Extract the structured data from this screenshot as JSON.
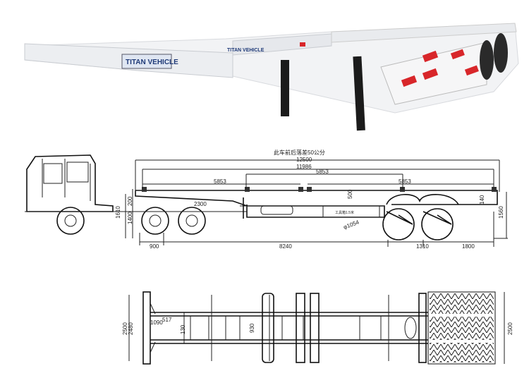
{
  "photo": {
    "brand_large": "TITAN VEHICLE",
    "brand_small": "TITAN VEHICLE",
    "colors": {
      "body": "#f2f3f5",
      "reflector_red": "#d8262a",
      "legs": "#1b1b1b",
      "tyres": "#2a2a2a"
    }
  },
  "side_view": {
    "note": "此车前后落差50公分",
    "dims": {
      "overall_length": "12500",
      "lock_span": "11986",
      "mid_span": "5853",
      "left_span": "5853",
      "right_span": "5853",
      "kingpin_offset": "900",
      "wheelbase": "8240",
      "axle_spacing": "1310",
      "rear_overhang": "1800",
      "height_200": "200",
      "height_1400": "1400",
      "height_1610": "1610",
      "tractor_dim": "2300",
      "beam_height": "500",
      "rear_140": "140",
      "rear_height": "1560",
      "tyre_diameter": "φ1054"
    },
    "toolbox_label": "工具箱1.5米"
  },
  "plan_view": {
    "dims": {
      "front_width": "2500",
      "front_inner": "2480",
      "kingpin_a": "1090",
      "kingpin_b": "517",
      "kingpin_c": "130",
      "frame_width": "930",
      "rear_width": "2500"
    }
  }
}
